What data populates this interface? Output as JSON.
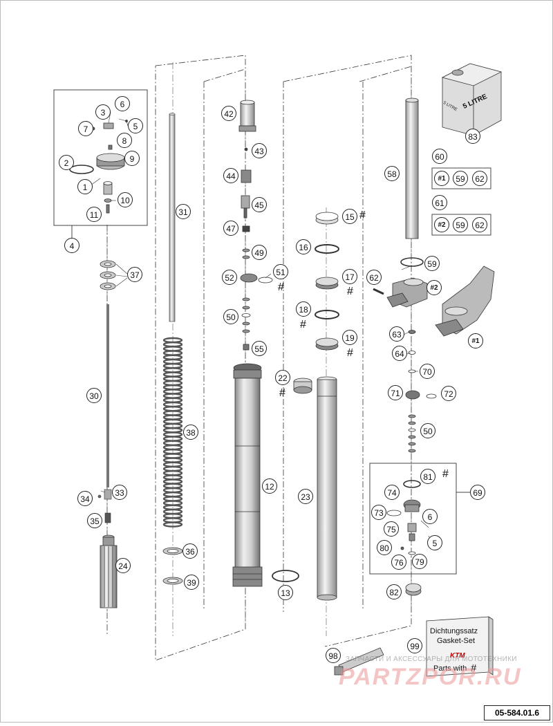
{
  "diagram": {
    "document_id": "05-584.01.6",
    "hash_symbol": "#",
    "can_label": "5 LITRE",
    "can_side_label": "5 LITRE",
    "ref_rows": [
      {
        "label": "60",
        "items": [
          "#1",
          "59",
          "62"
        ]
      },
      {
        "label": "61",
        "items": [
          "#2",
          "59",
          "62"
        ]
      }
    ],
    "gasket_box": {
      "line1": "Dichtungssatz",
      "line2": "Gasket-Set",
      "brand": "KTM",
      "line3": "Parts with",
      "mark": "#"
    },
    "part_numbers": [
      "1",
      "2",
      "3",
      "4",
      "5",
      "6",
      "7",
      "8",
      "9",
      "10",
      "11",
      "12",
      "13",
      "15",
      "16",
      "17",
      "18",
      "19",
      "22",
      "23",
      "24",
      "30",
      "31",
      "33",
      "34",
      "35",
      "36",
      "37",
      "38",
      "39",
      "42",
      "43",
      "44",
      "45",
      "47",
      "49",
      "50",
      "51",
      "52",
      "55",
      "58",
      "59",
      "62",
      "63",
      "64",
      "69",
      "70",
      "71",
      "72",
      "73",
      "74",
      "75",
      "76",
      "79",
      "80",
      "81",
      "82",
      "83",
      "98",
      "99"
    ],
    "assembly_marks": [
      "#1",
      "#2"
    ]
  },
  "watermark": {
    "line1": "ЗАПЧАСТИ И АКСЕССУАРЫ ДЛЯ МОТОТЕХНИКИ",
    "logo": "PARTZPOR.RU"
  },
  "callouts": [
    {
      "id": "c1",
      "text": "1"
    },
    {
      "id": "c2",
      "text": "2"
    },
    {
      "id": "c3",
      "text": "3"
    },
    {
      "id": "c4",
      "text": "4"
    },
    {
      "id": "c5a",
      "text": "5"
    },
    {
      "id": "c6a",
      "text": "6"
    },
    {
      "id": "c7",
      "text": "7"
    },
    {
      "id": "c8",
      "text": "8"
    },
    {
      "id": "c9",
      "text": "9"
    },
    {
      "id": "c10",
      "text": "10"
    },
    {
      "id": "c11",
      "text": "11"
    },
    {
      "id": "c12",
      "text": "12"
    },
    {
      "id": "c13",
      "text": "13"
    },
    {
      "id": "c15",
      "text": "15"
    },
    {
      "id": "c16",
      "text": "16"
    },
    {
      "id": "c17",
      "text": "17"
    },
    {
      "id": "c18",
      "text": "18"
    },
    {
      "id": "c19",
      "text": "19"
    },
    {
      "id": "c22",
      "text": "22"
    },
    {
      "id": "c23",
      "text": "23"
    },
    {
      "id": "c24",
      "text": "24"
    },
    {
      "id": "c30",
      "text": "30"
    },
    {
      "id": "c31",
      "text": "31"
    },
    {
      "id": "c33",
      "text": "33"
    },
    {
      "id": "c34",
      "text": "34"
    },
    {
      "id": "c35",
      "text": "35"
    },
    {
      "id": "c36",
      "text": "36"
    },
    {
      "id": "c37",
      "text": "37"
    },
    {
      "id": "c38",
      "text": "38"
    },
    {
      "id": "c39",
      "text": "39"
    },
    {
      "id": "c42",
      "text": "42"
    },
    {
      "id": "c43",
      "text": "43"
    },
    {
      "id": "c44",
      "text": "44"
    },
    {
      "id": "c45",
      "text": "45"
    },
    {
      "id": "c47",
      "text": "47"
    },
    {
      "id": "c49",
      "text": "49"
    },
    {
      "id": "c50a",
      "text": "50"
    },
    {
      "id": "c51",
      "text": "51"
    },
    {
      "id": "c52",
      "text": "52"
    },
    {
      "id": "c55",
      "text": "55"
    },
    {
      "id": "c58",
      "text": "58"
    },
    {
      "id": "c59",
      "text": "59"
    },
    {
      "id": "c62",
      "text": "62"
    },
    {
      "id": "c63",
      "text": "63"
    },
    {
      "id": "c64",
      "text": "64"
    },
    {
      "id": "c70",
      "text": "70"
    },
    {
      "id": "c71",
      "text": "71"
    },
    {
      "id": "c72",
      "text": "72"
    },
    {
      "id": "c50b",
      "text": "50"
    },
    {
      "id": "c81",
      "text": "81"
    },
    {
      "id": "c69",
      "text": "69"
    },
    {
      "id": "c74",
      "text": "74"
    },
    {
      "id": "c73",
      "text": "73"
    },
    {
      "id": "c6b",
      "text": "6"
    },
    {
      "id": "c75",
      "text": "75"
    },
    {
      "id": "c5b",
      "text": "5"
    },
    {
      "id": "c80",
      "text": "80"
    },
    {
      "id": "c76",
      "text": "76"
    },
    {
      "id": "c79",
      "text": "79"
    },
    {
      "id": "c82",
      "text": "82"
    },
    {
      "id": "c83",
      "text": "83"
    },
    {
      "id": "c60",
      "text": "60"
    },
    {
      "id": "c61",
      "text": "61"
    },
    {
      "id": "c98",
      "text": "98"
    },
    {
      "id": "c99",
      "text": "99"
    },
    {
      "id": "cA1",
      "text": "#1"
    },
    {
      "id": "cA2",
      "text": "#2"
    },
    {
      "id": "r1a",
      "text": "#1"
    },
    {
      "id": "r1b",
      "text": "59"
    },
    {
      "id": "r1c",
      "text": "62"
    },
    {
      "id": "r2a",
      "text": "#2"
    },
    {
      "id": "r2b",
      "text": "59"
    },
    {
      "id": "r2c",
      "text": "62"
    }
  ]
}
